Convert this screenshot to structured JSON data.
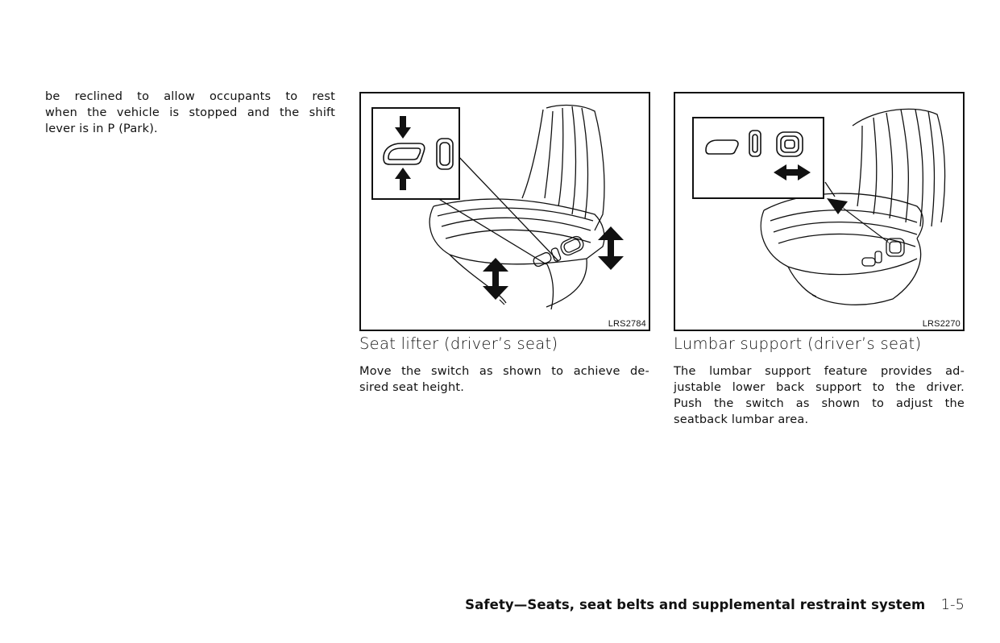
{
  "intro": {
    "lines": [
      "be reclined to allow occupants to rest",
      "when the vehicle is stopped and the shift",
      "lever is in P (Park)."
    ]
  },
  "figures": [
    {
      "code": "LRS2784",
      "heading": "Seat lifter (driver’s seat)",
      "caption_lines": [
        "Move the switch as shown to achieve de-",
        "sired seat height."
      ]
    },
    {
      "code": "LRS2270",
      "heading": "Lumbar support (driver’s seat)",
      "caption_lines": [
        "The lumbar support feature provides ad-",
        "justable lower back support to the driver.",
        "Push the switch as shown to adjust the",
        "seatback lumbar area."
      ]
    }
  ],
  "footer": {
    "title": "Safety—Seats, seat belts and supplemental restraint system",
    "page": "1-5"
  }
}
